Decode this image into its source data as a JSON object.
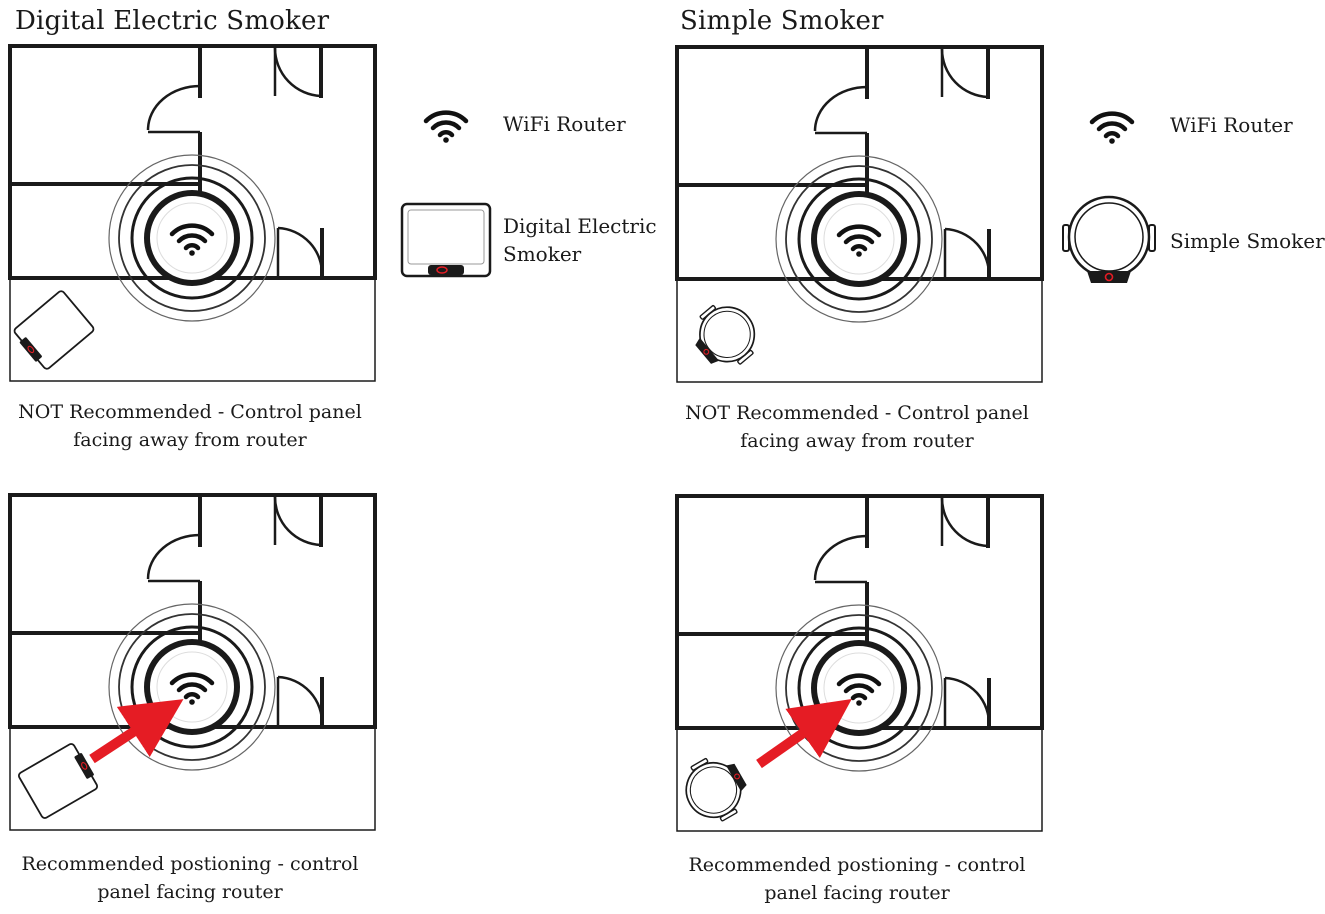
{
  "left": {
    "title": "Digital Electric Smoker",
    "legend": {
      "router_icon": "wifi-icon",
      "router_label": "WiFi Router",
      "smoker_icon": "digital-electric-smoker-icon",
      "smoker_label_line1": "Digital Electric",
      "smoker_label_line2": "Smoker"
    },
    "top_caption_line1": "NOT Recommended - Control panel",
    "top_caption_line2": "facing away from router",
    "bottom_caption_line1": "Recommended postioning - control",
    "bottom_caption_line2": "panel facing router"
  },
  "right": {
    "title": "Simple Smoker",
    "legend": {
      "router_icon": "wifi-icon",
      "router_label": "WiFi Router",
      "smoker_icon": "simple-smoker-icon",
      "smoker_label": "Simple Smoker"
    },
    "top_caption_line1": "NOT Recommended - Control panel",
    "top_caption_line2": "facing away from router",
    "bottom_caption_line1": "Recommended postioning - control",
    "bottom_caption_line2": "panel facing router"
  },
  "colors": {
    "arrow": "#e51c24",
    "walls": "#1a1a1a",
    "indicator": "#e51c24"
  }
}
